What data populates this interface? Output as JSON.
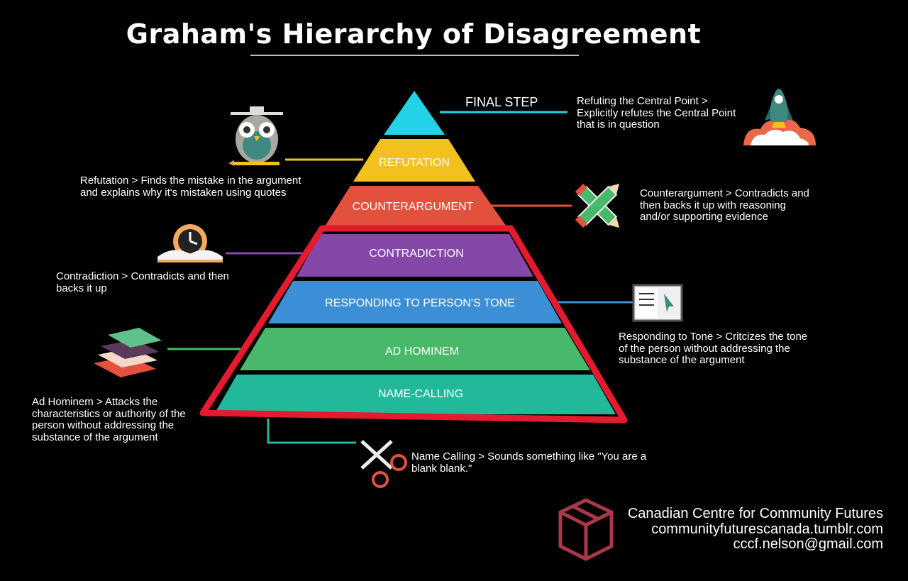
{
  "title": "Graham's Hierarchy of Disagreement",
  "final_step_label": "FINAL STEP",
  "levels": [
    {
      "label": "",
      "color": "#22d3e8"
    },
    {
      "label": "REFUTATION",
      "color": "#f2c11f"
    },
    {
      "label": "COUNTERARGUMENT",
      "color": "#e3503c"
    },
    {
      "label": "CONTRADICTION",
      "color": "#8548a8"
    },
    {
      "label": "RESPONDING TO PERSON'S TONE",
      "color": "#3c8fd4"
    },
    {
      "label": "AD HOMINEM",
      "color": "#48b86a"
    },
    {
      "label": "NAME-CALLING",
      "color": "#22b89a"
    }
  ],
  "highlight_color": "#e41b2e",
  "descriptions": {
    "central_point": [
      "Refuting the Central Point >",
      "Explicitly refutes the Central Point",
      "that is in question"
    ],
    "refutation": [
      "Refutation > Finds the mistake in the argument",
      "and explains why it's mistaken using quotes"
    ],
    "counterargument": [
      "Counterargument > Contradicts and",
      "then backs it up with reasoning",
      "and/or supporting evidence"
    ],
    "contradiction": [
      "Contradiction > Contradicts and then",
      "backs it up"
    ],
    "tone": [
      "Responding to Tone > Critcizes the tone",
      "of the person without addressing the",
      "substance of the argument"
    ],
    "ad_hominem": [
      "Ad Hominem > Attacks the",
      "characteristics or authority of the",
      "person without addressing the",
      "substance of the argument"
    ],
    "name_calling": [
      "Name Calling > Sounds something like \"You are a",
      "blank blank.\""
    ]
  },
  "icons": [
    "rocket-icon",
    "owl-icon",
    "pencils-icon",
    "clock-book-icon",
    "screen-icon",
    "books-icon",
    "scissors-icon",
    "box-logo-icon"
  ],
  "credit": {
    "org": "Canadian Centre for Community Futures",
    "site": "communityfuturescanada.tumblr.com",
    "email": "cccf.nelson@gmail.com"
  }
}
